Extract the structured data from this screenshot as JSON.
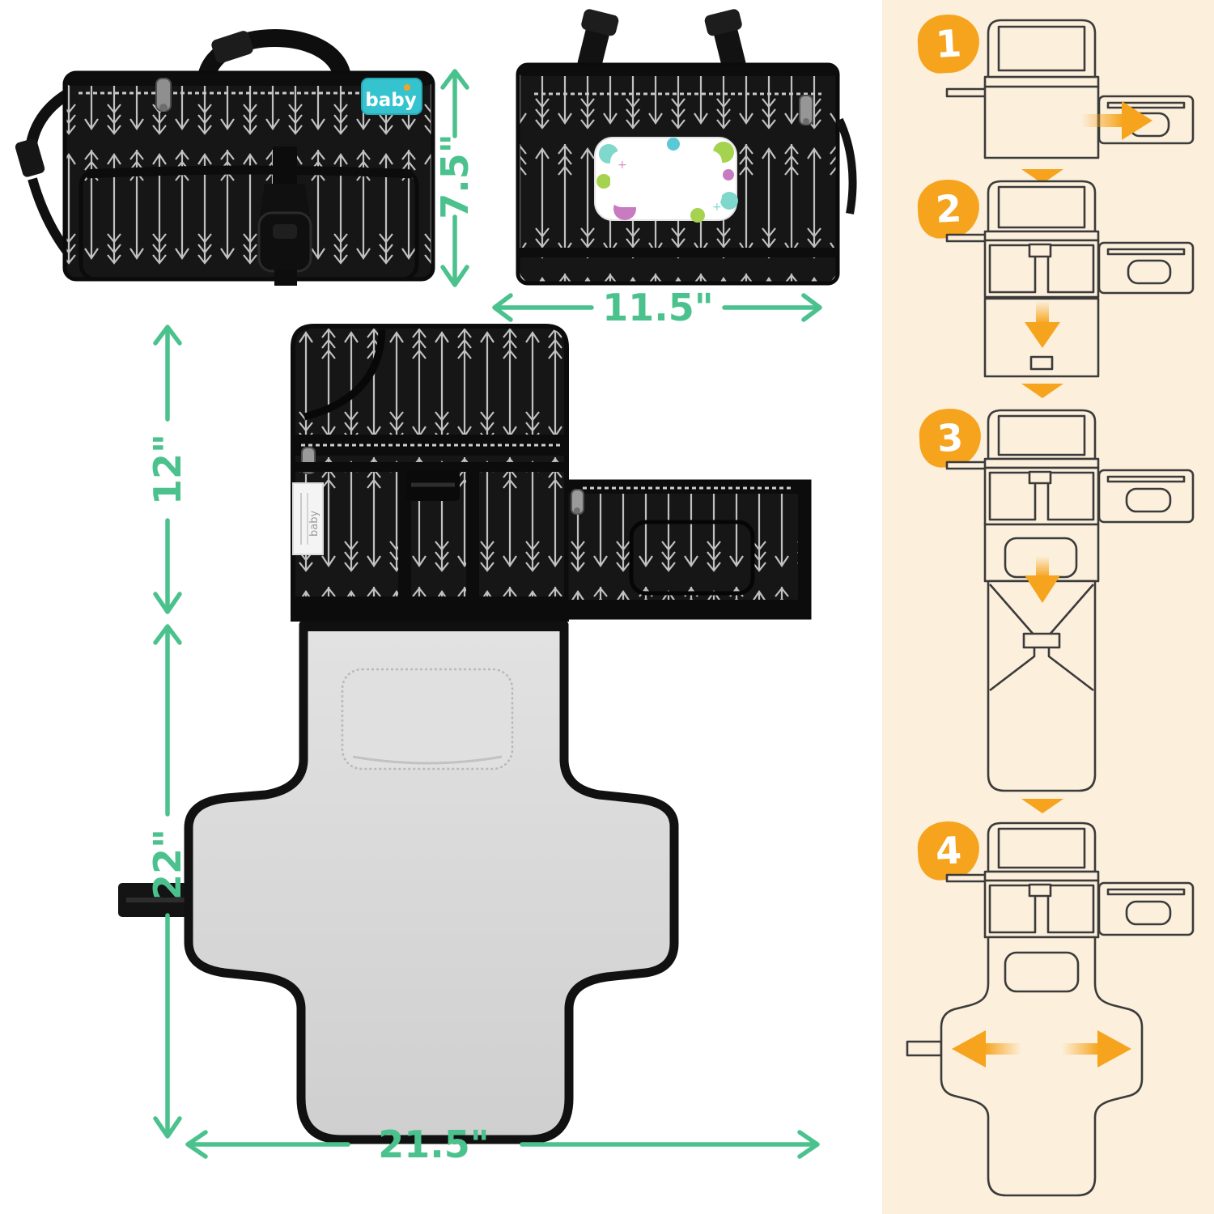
{
  "colors": {
    "accent_green": "#4BC28E",
    "accent_orange": "#F6A41D",
    "panel_bg": "#FCEFDC",
    "bag_black": "#161616",
    "mat_gray": "#d6d6d6",
    "brand_teal": "#35C4CF"
  },
  "brand": {
    "logo_text": "baby",
    "tag_text": "baby"
  },
  "dimensions": {
    "folded_height": "7.5\"",
    "folded_width": "11.5\"",
    "flap_height": "12\"",
    "pad_height": "22\"",
    "open_width": "21.5\""
  },
  "steps": [
    {
      "number": "1"
    },
    {
      "number": "2"
    },
    {
      "number": "3"
    },
    {
      "number": "4"
    }
  ]
}
